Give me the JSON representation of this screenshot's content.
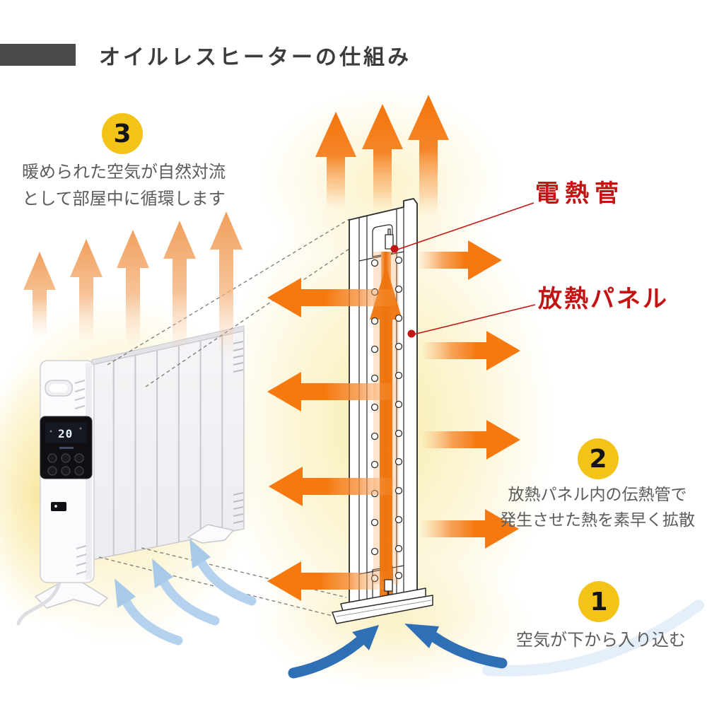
{
  "title": "オイルレスヒーターの仕組み",
  "callouts": {
    "heating_tube": "電熱菅",
    "radiator_panel": "放熱パネル"
  },
  "steps": {
    "step1": {
      "number": "1",
      "line1": "空気が下から入り込む"
    },
    "step2": {
      "number": "2",
      "line1": "放熱パネル内の伝熱管で",
      "line2": "発生させた熱を素早く拡散"
    },
    "step3": {
      "number": "3",
      "line1": "暖められた空気が自然対流",
      "line2": "として部屋中に循環します"
    }
  },
  "heater": {
    "display_temperature": "20"
  },
  "icons": {
    "heat_flow_arrow": "orange-straight-arrow",
    "warm_air_rise_arrow": "orange-up-arrow",
    "air_intake_arrow": "blue-curved-arrow"
  },
  "colors": {
    "accent_orange": "#F5790F",
    "soft_orange": "#F2A05C",
    "glow_yellow": "#F8EBA4",
    "deep_blue": "#2E6FB5",
    "light_blue": "#A7CAE9",
    "label_red": "#C31414",
    "badge_yellow": "#F3C318",
    "title_bar_gray": "#4A4A4A",
    "text_gray": "#5C5C5C"
  }
}
